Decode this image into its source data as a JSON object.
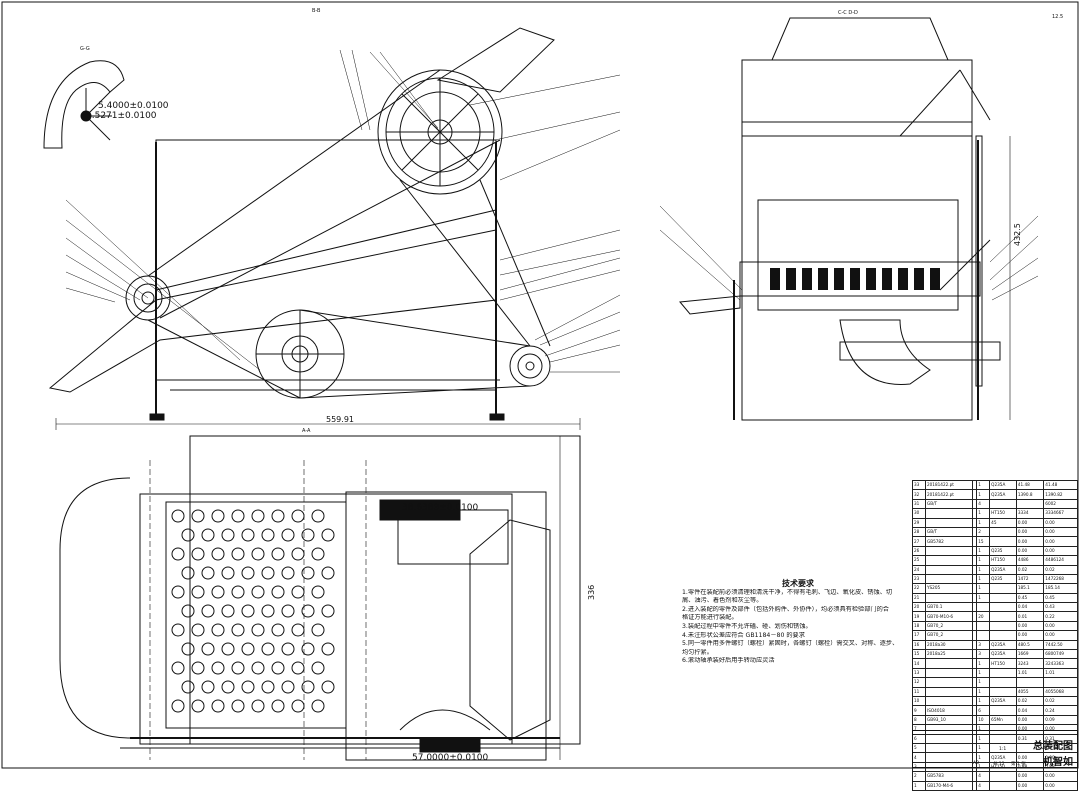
{
  "views": {
    "bb": "B-B",
    "cd": "C-C   D-D",
    "gg": "G-G",
    "aa": "A-A"
  },
  "dimensions": {
    "d1": "5.4000±0.0100",
    "d2": "5.5271±0.0100",
    "d3": "559.91",
    "d4": "432.5",
    "d5": "336",
    "d6": "38.6389±0.0100",
    "d7": "57.0000±0.0100",
    "surface_mark": "12.5"
  },
  "notes": {
    "title": "技术要求",
    "lines": [
      "1.零件在装配前必须清理和清洗干净，不得有毛刺、飞边、氧化皮、锈蚀、切",
      "屑、油污、着色剂和灰尘等。",
      "2.进入装配的零件及部件（包括外购件、外协件），均必须具有检验部门的合",
      "格证方能进行装配。",
      "3.装配过程中零件不允许磕、碰、划伤和锈蚀。",
      "4.未注形状公差应符合 GB1184－80 的要求",
      "5.同一零件用多件螺钉（螺栓）紧固时，各螺钉（螺栓）需交叉、对称、逐步、",
      "均匀拧紧。",
      "6.滚动轴承装好后用手转动应灵活"
    ]
  },
  "bom": [
    [
      "33",
      "20181422.pt",
      "",
      "1",
      "Q235A",
      "41.48",
      "41.48"
    ],
    [
      "32",
      "20181422.pt",
      "",
      "1",
      "Q235A",
      "1390.8",
      "1390.82"
    ],
    [
      "31",
      "GB/T",
      "",
      "4",
      "",
      "",
      "6002"
    ],
    [
      "30",
      "",
      "",
      "1",
      "HT150",
      "3334",
      "3334667"
    ],
    [
      "29",
      "",
      "",
      "1",
      "45",
      "0.00",
      "0.00"
    ],
    [
      "28",
      "GB/T",
      "",
      "2",
      "",
      "0.00",
      "0.00"
    ],
    [
      "27",
      "GB5782",
      "",
      "15",
      "",
      "0.00",
      "0.00"
    ],
    [
      "26",
      "",
      "",
      "1",
      "Q235",
      "0.00",
      "0.00"
    ],
    [
      "25",
      "",
      "",
      "1",
      "HT150",
      "4486",
      "4486124"
    ],
    [
      "24",
      "",
      "",
      "1",
      "Q235A",
      "0.02",
      "0.02"
    ],
    [
      "23",
      "",
      "",
      "1",
      "Q235",
      "1472",
      "1472268"
    ],
    [
      "22",
      "YS205",
      "",
      "1",
      "",
      "185.1",
      "185.14"
    ],
    [
      "21",
      "",
      "",
      "1",
      "",
      "0.45",
      "0.45"
    ],
    [
      "20",
      "GB70.1",
      "",
      "",
      "",
      "0.04",
      "0.43"
    ],
    [
      "19",
      "GB70-M10-6",
      "",
      "20",
      "",
      "0.01",
      "0.22"
    ],
    [
      "18",
      "GB70_2",
      "",
      "",
      "",
      "0.00",
      "0.00"
    ],
    [
      "17",
      "GB70_2",
      "",
      "",
      "",
      "0.00",
      "0.00"
    ],
    [
      "16",
      "2018a30",
      "",
      "3",
      "Q235A",
      "480.5",
      "7442.50"
    ],
    [
      "15",
      "2018a25",
      "",
      "3",
      "Q235A",
      "1669",
      "6800749"
    ],
    [
      "14",
      "",
      "",
      "1",
      "HT150",
      "3243",
      "3243363"
    ],
    [
      "13",
      "",
      "",
      "1",
      "",
      "1.01",
      "1.01"
    ],
    [
      "12",
      "",
      "",
      "1",
      "",
      "",
      " "
    ],
    [
      "11",
      "",
      "",
      "1",
      "",
      "4055",
      "4055068"
    ],
    [
      "10",
      "",
      "",
      "1",
      "Q235A",
      "0.02",
      "0.02"
    ],
    [
      "9",
      "ISO4018",
      "",
      "6",
      "",
      "0.04",
      "0.24"
    ],
    [
      "8",
      "GB93_10",
      "",
      "10",
      "65Mn",
      "0.00",
      "0.09"
    ],
    [
      "7",
      "",
      "",
      "1",
      "",
      "0.00",
      "0.00"
    ],
    [
      "6",
      "",
      "",
      "1",
      "",
      "0.31",
      "0.31"
    ],
    [
      "5",
      "",
      "",
      "1",
      "",
      "",
      " "
    ],
    [
      "4",
      "",
      "",
      "1",
      "Q235A",
      "0.00",
      "0.00"
    ],
    [
      "3",
      "",
      "",
      "1",
      "HT150",
      "0.88",
      "0.88"
    ],
    [
      "2",
      "GB5783",
      "",
      "4",
      "",
      "0.00",
      "0.00"
    ],
    [
      "1",
      "GB170-M4-6",
      "",
      "4",
      "",
      "0.00",
      "0.00"
    ]
  ],
  "title_block": {
    "title": "总装配图",
    "name": "机智如",
    "scale": "1:1",
    "sheet": "共 12",
    "sheet2": "第 1 张",
    "size": "A0"
  }
}
